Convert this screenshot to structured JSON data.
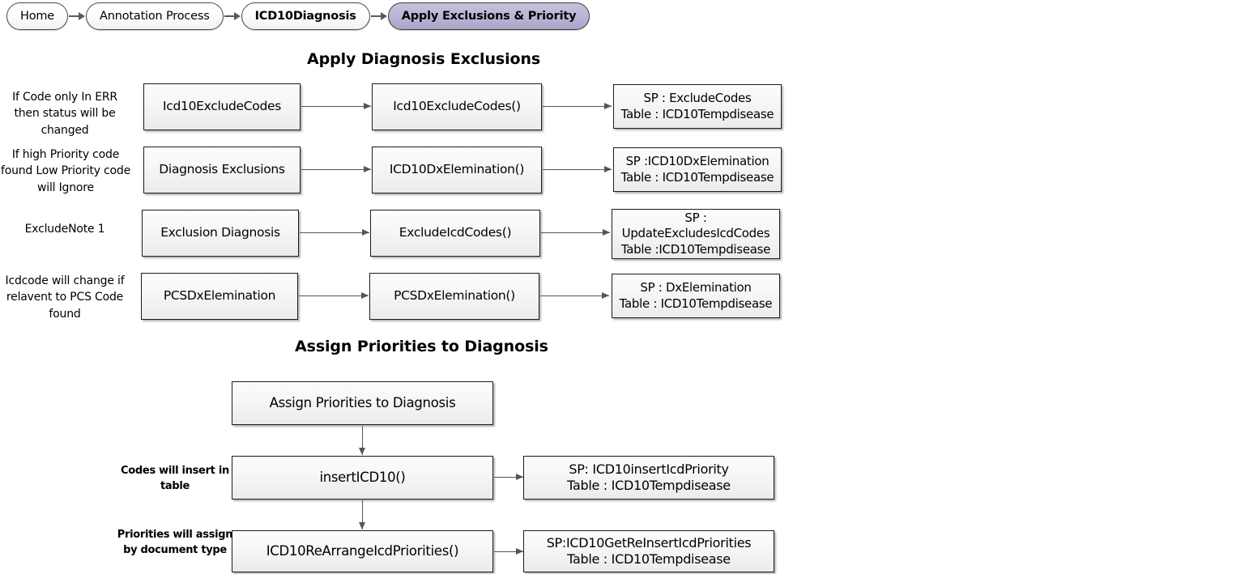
{
  "breadcrumb": {
    "items": [
      {
        "label": "Home",
        "state": "normal"
      },
      {
        "label": "Annotation Process",
        "state": "normal"
      },
      {
        "label": "ICD10Diagnosis",
        "state": "bold"
      },
      {
        "label": "Apply Exclusions & Priority",
        "state": "active"
      }
    ],
    "active_fill": "#b9b4d3",
    "arrow_icon": "arrow-right-icon"
  },
  "sections": [
    {
      "title": "Apply Diagnosis Exclusions",
      "rows": [
        {
          "note": "If Code only In ERR then status will be changed",
          "entity": "Icd10ExcludeCodes",
          "procedure": "Icd10ExcludeCodes()",
          "result": [
            "SP : ExcludeCodes",
            "Table : ICD10Tempdisease"
          ]
        },
        {
          "note": "If high Priority code found Low Priority code will Ignore",
          "entity": "Diagnosis Exclusions",
          "procedure": "ICD10DxElemination()",
          "result": [
            "SP :ICD10DxElemination",
            "Table : ICD10Tempdisease"
          ]
        },
        {
          "note": "ExcludeNote 1",
          "entity": "Exclusion Diagnosis",
          "procedure": "ExcludeIcdCodes()",
          "result": [
            "SP :",
            "UpdateExcludesIcdCodes",
            "Table :ICD10Tempdisease"
          ]
        },
        {
          "note": "Icdcode will change if relavent to PCS Code found",
          "entity": "PCSDxElemination",
          "procedure": "PCSDxElemination()",
          "result": [
            "SP : DxElemination",
            "Table : ICD10Tempdisease"
          ]
        }
      ]
    },
    {
      "title": "Assign Priorities to Diagnosis",
      "root": "Assign Priorities to Diagnosis",
      "rows": [
        {
          "note": "Codes will insert in table",
          "procedure": "insertICD10()",
          "result": [
            "SP: ICD10insertIcdPriority",
            "Table : ICD10Tempdisease"
          ]
        },
        {
          "note": "Priorities will assign by document type",
          "procedure": "ICD10ReArrangeIcdPriorities()",
          "result": [
            "SP:ICD10GetReInsertIcdPriorities",
            "Table : ICD10Tempdisease"
          ]
        }
      ]
    }
  ]
}
